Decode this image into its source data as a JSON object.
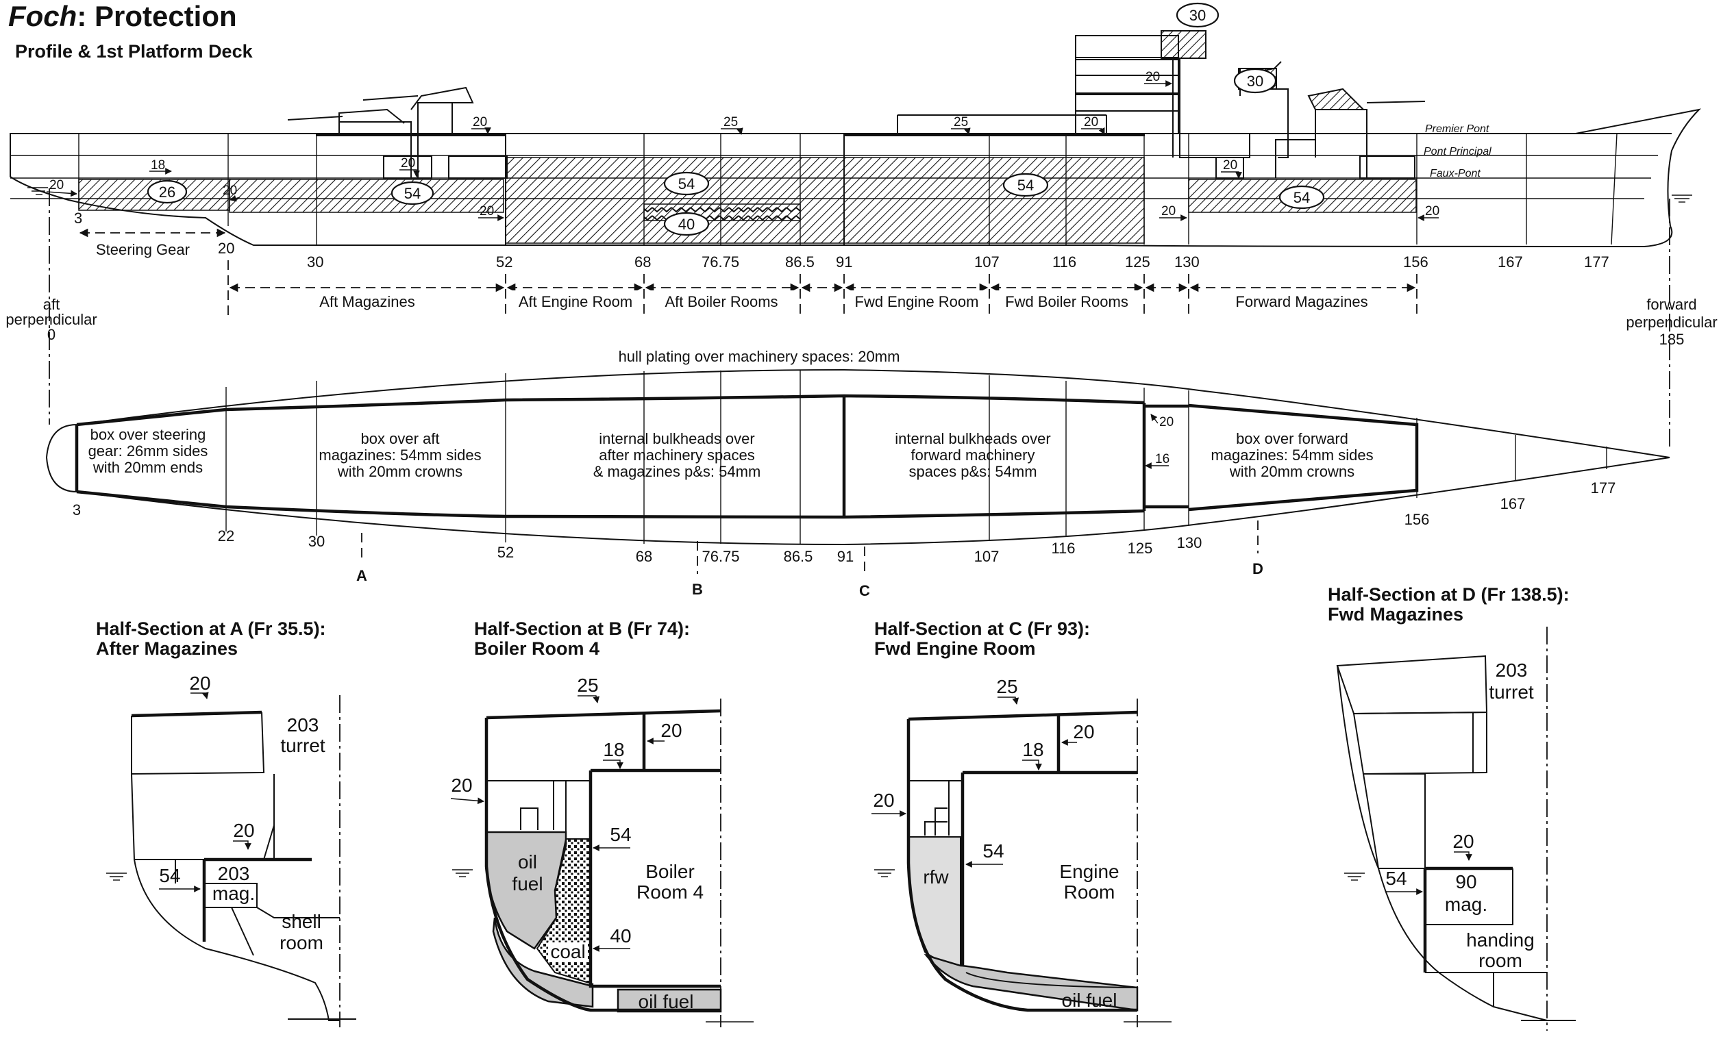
{
  "title": {
    "ship": "Foch",
    "rest": ": Protection"
  },
  "subtitle": "Profile & 1st Platform Deck",
  "profile": {
    "decks": [
      "Premier Pont",
      "Pont Principal",
      "Faux-Pont"
    ],
    "ovals": [
      "26",
      "54",
      "54",
      "40",
      "54",
      "54",
      "30",
      "30"
    ],
    "small_labels": [
      "18",
      "20",
      "20",
      "20",
      "20",
      "25",
      "25",
      "20",
      "20",
      "20",
      "20",
      "20",
      "20"
    ],
    "steering_gear": "Steering Gear",
    "frames": [
      "3",
      "20",
      "30",
      "52",
      "68",
      "76.75",
      "86.5",
      "91",
      "107",
      "116",
      "125",
      "130",
      "156",
      "167",
      "177"
    ],
    "aft_perp": {
      "line1": "aft",
      "line2": "perpendicular",
      "value": "0"
    },
    "fwd_perp": {
      "line1": "forward",
      "line2": "perpendicular",
      "value": "185"
    },
    "spaces": [
      "Aft Magazines",
      "Aft Engine Room",
      "Aft Boiler Rooms",
      "Fwd Engine Room",
      "Fwd Boiler Rooms",
      "Forward Magazines"
    ]
  },
  "plan": {
    "heading": "hull plating over machinery spaces: 20mm",
    "boxes": [
      [
        "box over steering",
        "gear: 26mm sides",
        "with 20mm ends"
      ],
      [
        "box over aft",
        "magazines: 54mm sides",
        "with 20mm crowns"
      ],
      [
        "internal bulkheads over",
        "after machinery spaces",
        "& magazines p&s: 54mm"
      ],
      [
        "internal bulkheads over",
        "forward machinery",
        "spaces p&s: 54mm"
      ],
      [
        "box over forward",
        "magazines: 54mm sides",
        "with 20mm crowns"
      ]
    ],
    "small_labels": [
      "20",
      "16"
    ],
    "frames": [
      "3",
      "22",
      "30",
      "52",
      "68",
      "76.75",
      "86.5",
      "91",
      "107",
      "116",
      "125",
      "130",
      "156",
      "167",
      "177"
    ],
    "section_marks": [
      "A",
      "B",
      "C",
      "D"
    ]
  },
  "sections": [
    {
      "title1": "Half-Section at A (Fr 35.5):",
      "title2": "After Magazines",
      "labels": [
        "20",
        "203",
        "turret",
        "20",
        "54",
        "203",
        "mag.",
        "shell",
        "room"
      ]
    },
    {
      "title1": "Half-Section at B (Fr 74):",
      "title2": "Boiler Room 4",
      "labels": [
        "25",
        "20",
        "18",
        "20",
        "54",
        "oil",
        "fuel",
        "Boiler",
        "Room 4",
        "coal",
        "40",
        "oil fuel"
      ]
    },
    {
      "title1": "Half-Section at C (Fr 93):",
      "title2": "Fwd Engine Room",
      "labels": [
        "25",
        "20",
        "18",
        "20",
        "54",
        "rfw",
        "Engine",
        "Room",
        "oil fuel"
      ]
    },
    {
      "title1": "Half-Section at D (Fr 138.5):",
      "title2": "Fwd Magazines",
      "labels": [
        "203",
        "turret",
        "20",
        "54",
        "90",
        "mag.",
        "handing",
        "room"
      ]
    }
  ]
}
